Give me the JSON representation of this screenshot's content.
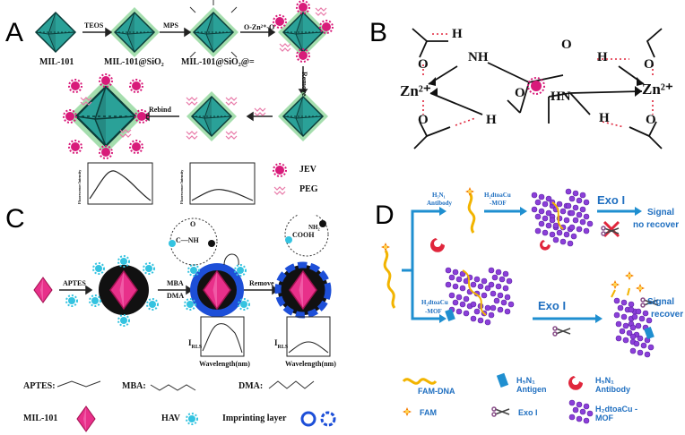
{
  "panels": {
    "A": {
      "label": "A",
      "steps": [
        "TEOS",
        "MPS",
        "Remove",
        "Rebind"
      ],
      "nodes": [
        "MIL-101",
        "MIL-101@SiO₂",
        "MIL-101@SiO₂@="
      ],
      "zinc_reagent": "O-Zn²⁺-O",
      "legend": [
        {
          "label": "JEV",
          "color": "#d81b7a"
        },
        {
          "label": "PEG",
          "color": "#e879a8"
        }
      ],
      "ylabel": "Fluorescence Intensity"
    },
    "B": {
      "label": "B",
      "ions": [
        "Zn²⁺",
        "Zn²⁺"
      ],
      "groups": [
        "NH",
        "HN",
        "H",
        "H",
        "O",
        "O",
        "O",
        "O",
        "O",
        "H",
        "O",
        "H"
      ]
    },
    "C": {
      "label": "C",
      "steps": [
        "APTES",
        "MBA",
        "DMA",
        "Remove"
      ],
      "groups": [
        "C—NH",
        "O",
        "COOH",
        "NH₂"
      ],
      "ylabel": "I",
      "ylabel_sub": "RLS",
      "xlabel": "Wavelength(nm)",
      "formulas": [
        "APTES:",
        "MBA:",
        "DMA:"
      ],
      "legend": [
        "MIL-101",
        "HAV",
        "Imprinting layer"
      ]
    },
    "D": {
      "label": "D",
      "top_reagents": [
        "H₅N₁",
        "Antibody",
        "H₂dtoaCu",
        "-MOF"
      ],
      "bottom_reagents": [
        "H₂dtoaCu",
        "-MOF"
      ],
      "enzyme": "Exo I",
      "signal_no": [
        "Signal",
        "no recover"
      ],
      "signal_yes": [
        "Signal",
        "recover"
      ],
      "legend": [
        {
          "label": "FAM-DNA"
        },
        {
          "label": "H₅N₁ Antigen"
        },
        {
          "label": "H₅N₁ Antibody"
        },
        {
          "label": "FAM"
        },
        {
          "label": "Exo I"
        },
        {
          "label": "H₂dtoaCu -MOF"
        }
      ]
    }
  }
}
